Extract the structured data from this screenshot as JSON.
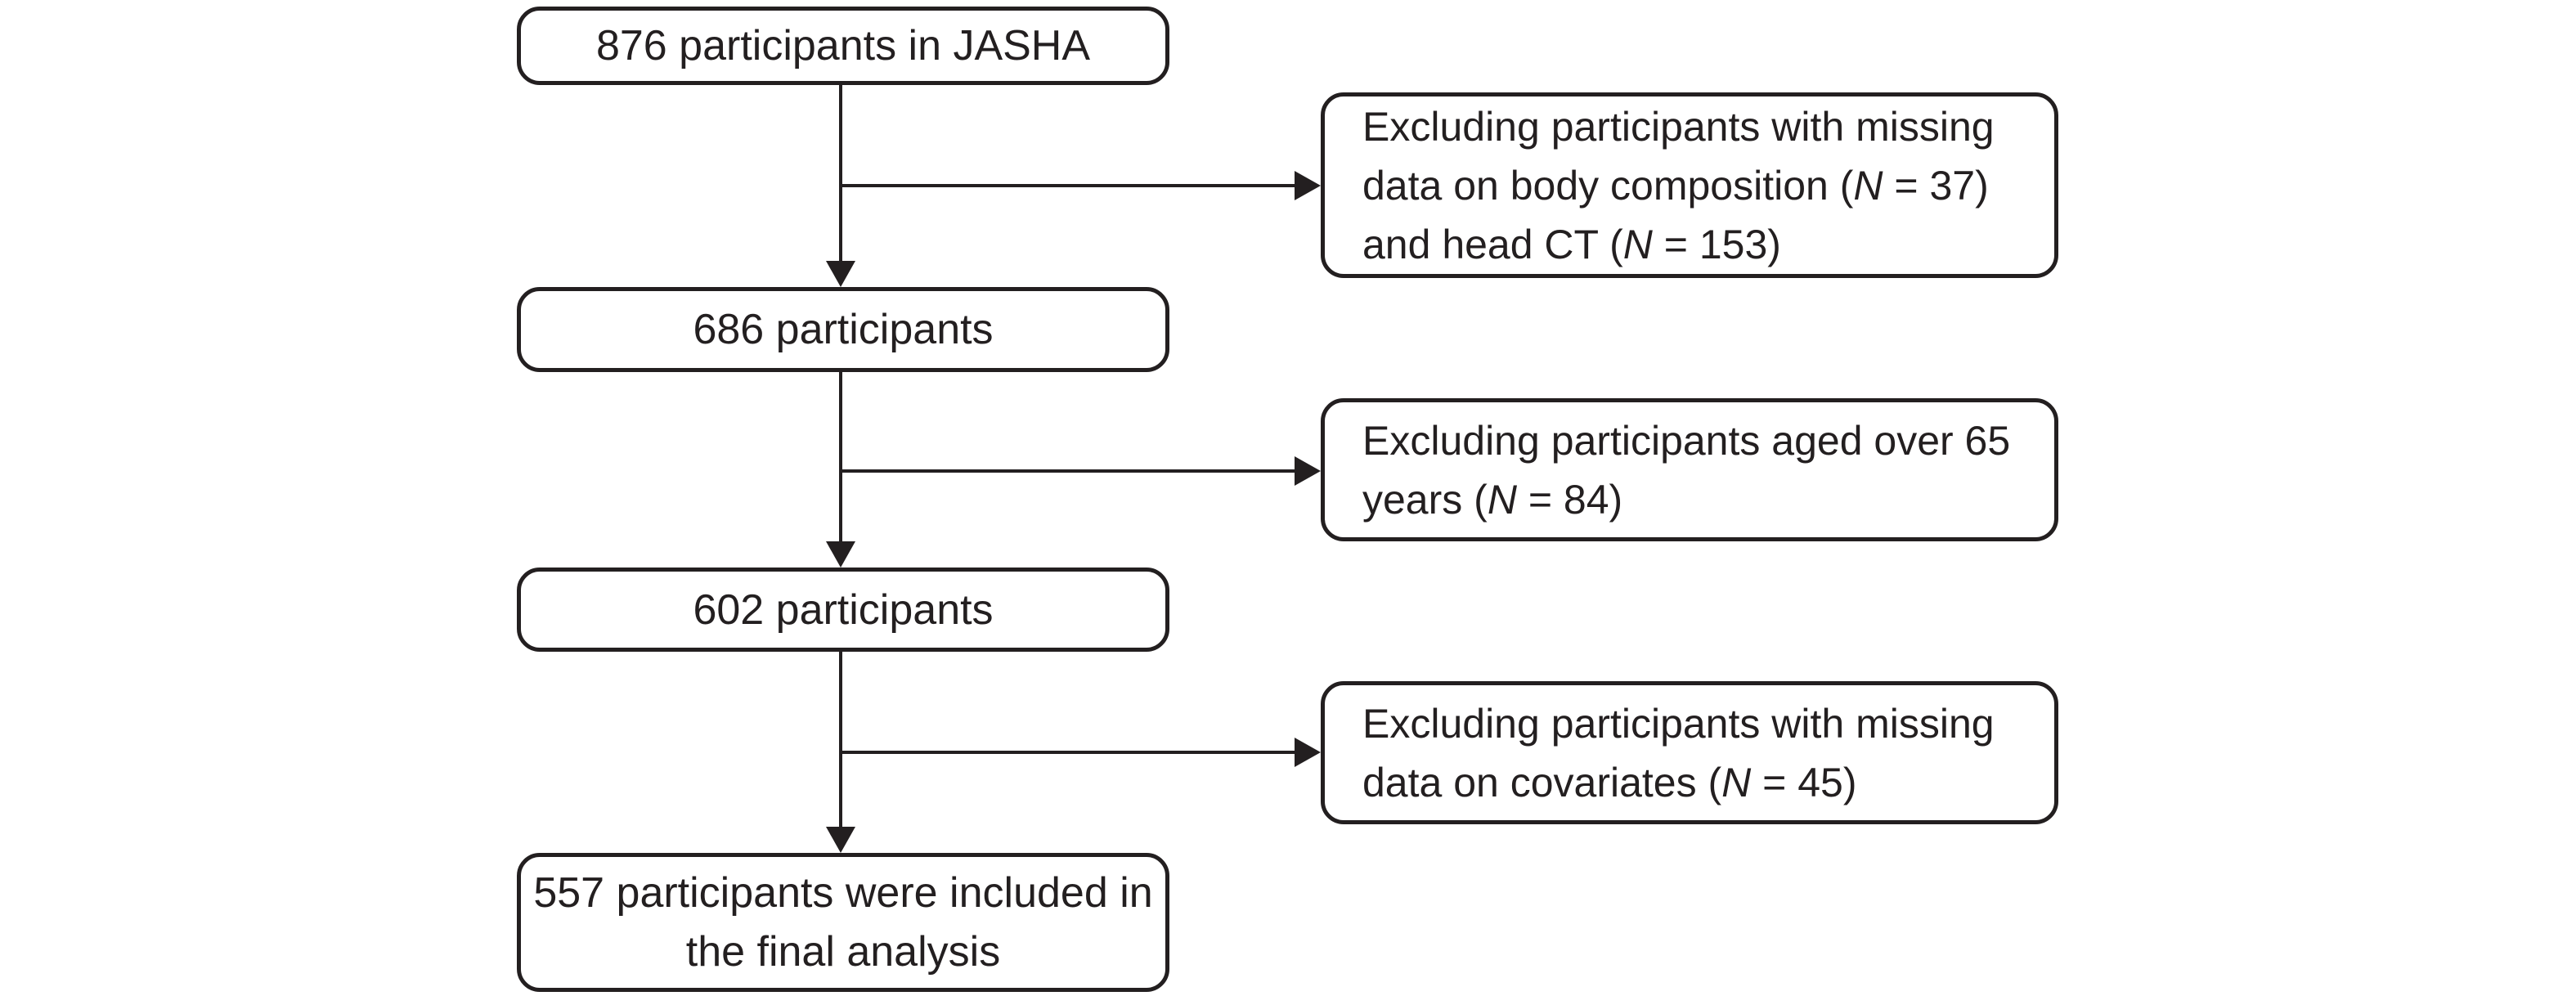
{
  "figure": {
    "background_color": "#ffffff",
    "line_color": "#231f20",
    "text_color": "#231f20"
  },
  "flow_nodes": [
    {
      "id": "enrolled",
      "lines": [
        [
          {
            "t": "876 participants in JASHA"
          }
        ]
      ]
    },
    {
      "id": "after-exclusion-1",
      "lines": [
        [
          {
            "t": "686 participants"
          }
        ]
      ]
    },
    {
      "id": "after-exclusion-2",
      "lines": [
        [
          {
            "t": "602 participants"
          }
        ]
      ]
    },
    {
      "id": "final",
      "lines": [
        [
          {
            "t": "557 participants were included in"
          }
        ],
        [
          {
            "t": "the final analysis"
          }
        ]
      ]
    }
  ],
  "exclusion_nodes": [
    {
      "id": "exclusion-1",
      "lines": [
        [
          {
            "t": "Excluding participants with missing"
          }
        ],
        [
          {
            "t": "data on body composition ("
          },
          {
            "t": "N",
            "i": true
          },
          {
            "t": " = 37)"
          }
        ],
        [
          {
            "t": "and head CT ("
          },
          {
            "t": "N",
            "i": true
          },
          {
            "t": " = 153)"
          }
        ]
      ]
    },
    {
      "id": "exclusion-2",
      "lines": [
        [
          {
            "t": "Excluding participants aged over 65"
          }
        ],
        [
          {
            "t": "years ("
          },
          {
            "t": "N",
            "i": true
          },
          {
            "t": " = 84)"
          }
        ]
      ]
    },
    {
      "id": "exclusion-3",
      "lines": [
        [
          {
            "t": "Excluding participants with missing"
          }
        ],
        [
          {
            "t": "data on covariates ("
          },
          {
            "t": "N",
            "i": true
          },
          {
            "t": " = 45)"
          }
        ]
      ]
    }
  ]
}
